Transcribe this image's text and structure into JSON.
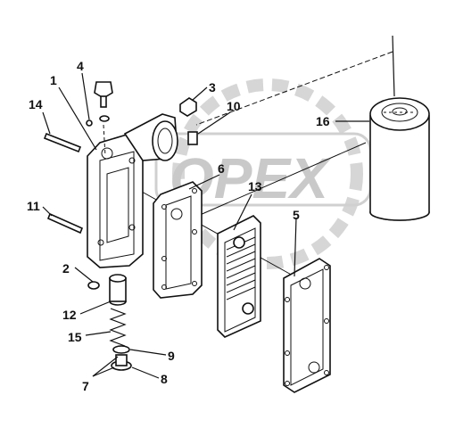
{
  "watermark": {
    "text": "OPEX",
    "color": "#c9c9c9"
  },
  "callouts": [
    {
      "id": "1",
      "part": "housing"
    },
    {
      "id": "2",
      "part": "plug-small"
    },
    {
      "id": "3",
      "part": "plug-cap"
    },
    {
      "id": "4",
      "part": "bolt"
    },
    {
      "id": "5",
      "part": "gasket-right"
    },
    {
      "id": "6",
      "part": "gasket-left"
    },
    {
      "id": "7",
      "part": "drain-plug"
    },
    {
      "id": "8",
      "part": "drain-plug"
    },
    {
      "id": "9",
      "part": "seal-ring"
    },
    {
      "id": "10",
      "part": "fitting"
    },
    {
      "id": "11",
      "part": "stud-lower"
    },
    {
      "id": "12",
      "part": "valve-piston"
    },
    {
      "id": "13",
      "part": "oil-cooler"
    },
    {
      "id": "14",
      "part": "stud-upper"
    },
    {
      "id": "15",
      "part": "spring"
    },
    {
      "id": "16",
      "part": "oil-filter"
    }
  ]
}
